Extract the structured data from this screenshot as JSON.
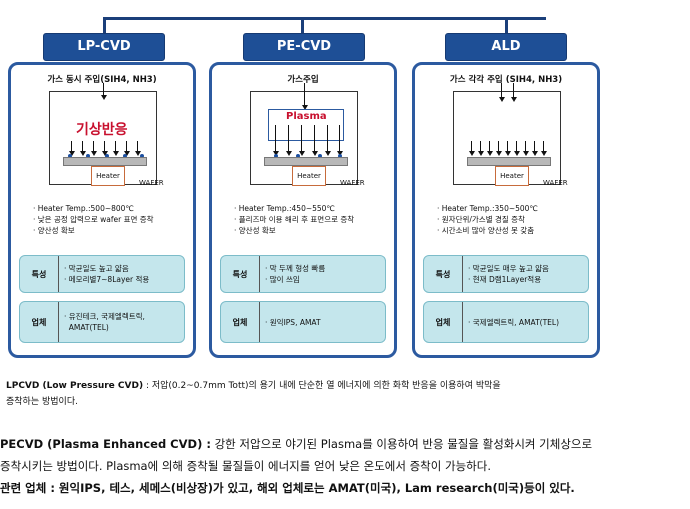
{
  "panels": [
    {
      "title": "LP-CVD",
      "gas": "가스 동시 주입(SIH4, NH3)",
      "chamber_label": "기상반응",
      "heater": "Heater",
      "wafer": "WAFER",
      "bullets": [
        "· Heater Temp.:500~800℃",
        "· 낮은 공정 압력으로 wafer 표면 증착",
        "· 양산성 확보"
      ],
      "traits_head": "특성",
      "traits": [
        "· 막균일도 높고 얇음",
        "· 메모리별7~8Layer 적용"
      ],
      "vendors_head": "업체",
      "vendors": [
        "· 유진테크, 국제엘렉트릭,",
        "  AMAT(TEL)"
      ]
    },
    {
      "title": "PE-CVD",
      "gas": "가스주입",
      "chamber_label": "Plasma",
      "heater": "Heater",
      "wafer": "WAFER",
      "bullets": [
        "· Heater Temp.:450~550℃",
        "· 플리즈마 이용 해리 후 표면으로 증착",
        "· 양산성 확보"
      ],
      "traits_head": "특성",
      "traits": [
        "· 막 두께 형성 빠름",
        "· 많이 쓰임"
      ],
      "vendors_head": "업체",
      "vendors": [
        "· 원익IPS, AMAT"
      ]
    },
    {
      "title": "ALD",
      "gas": "가스 각각 주입 (SIH4, NH3)",
      "chamber_label": "",
      "heater": "Heater",
      "wafer": "WAFER",
      "bullets": [
        "· Heater Temp.:350~500℃",
        "· 원자단위/가스별 경질 증착",
        "· 시간소비 많아 양산성 못 갖춤"
      ],
      "traits_head": "특성",
      "traits": [
        "· 막균일도 매우 높고 얇음",
        "· 현재 D램1Layer적용"
      ],
      "vendors_head": "업체",
      "vendors": [
        "· 국제엘렉트릭, AMAT(TEL)"
      ]
    }
  ],
  "caption": {
    "line1_bold": "LPCVD (Low Pressure CVD)",
    "line1_rest": " : 저압(0.2~0.7mm Tott)의 용기 내에 단순한 열 에너지에 의한 화학 반응을 이용하여 박막을",
    "line2": "증착하는 방법이다."
  },
  "description": {
    "line1_bold": "PECVD (Plasma Enhanced CVD) :",
    "line1_rest": " 강한 저압으로 야기된 Plasma를 이용하여 반응 물질을 활성화시켜 기체상으로",
    "line2": "증착시키는 방법이다. Plasma에 의해 증착될 물질들이 에너지를 얻어 낮은 온도에서 증착이 가능하다.",
    "line3": "관련 업체 : 원익IPS, 테스, 세메스(비상장)가 있고, 해외 업체로는 AMAT(미국), Lam research(미국)등이 있다."
  },
  "colors": {
    "tab": "#1e4f96",
    "panel_border": "#2c5aa0",
    "box_fill": "#c4e6ec",
    "label_red": "#c8102e"
  }
}
